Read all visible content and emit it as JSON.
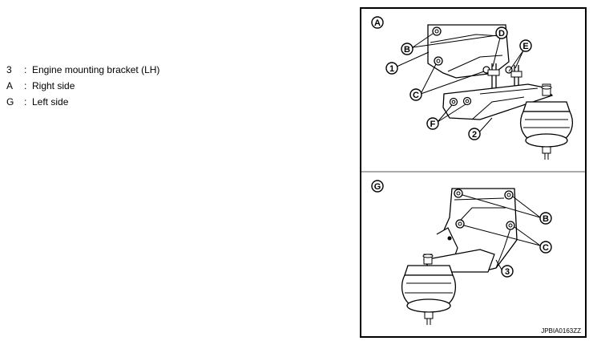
{
  "legend": [
    {
      "key": "3",
      "text": "Engine mounting bracket (LH)"
    },
    {
      "key": "A",
      "text": "Right side"
    },
    {
      "key": "G",
      "text": "Left side"
    }
  ],
  "figure": {
    "panel_a_label": "A",
    "panel_g_label": "G",
    "callouts": {
      "one": "1",
      "two": "2",
      "three": "3",
      "b": "B",
      "c": "C",
      "d": "D",
      "e": "E",
      "f": "F"
    },
    "code": "JPBIA0163ZZ"
  }
}
